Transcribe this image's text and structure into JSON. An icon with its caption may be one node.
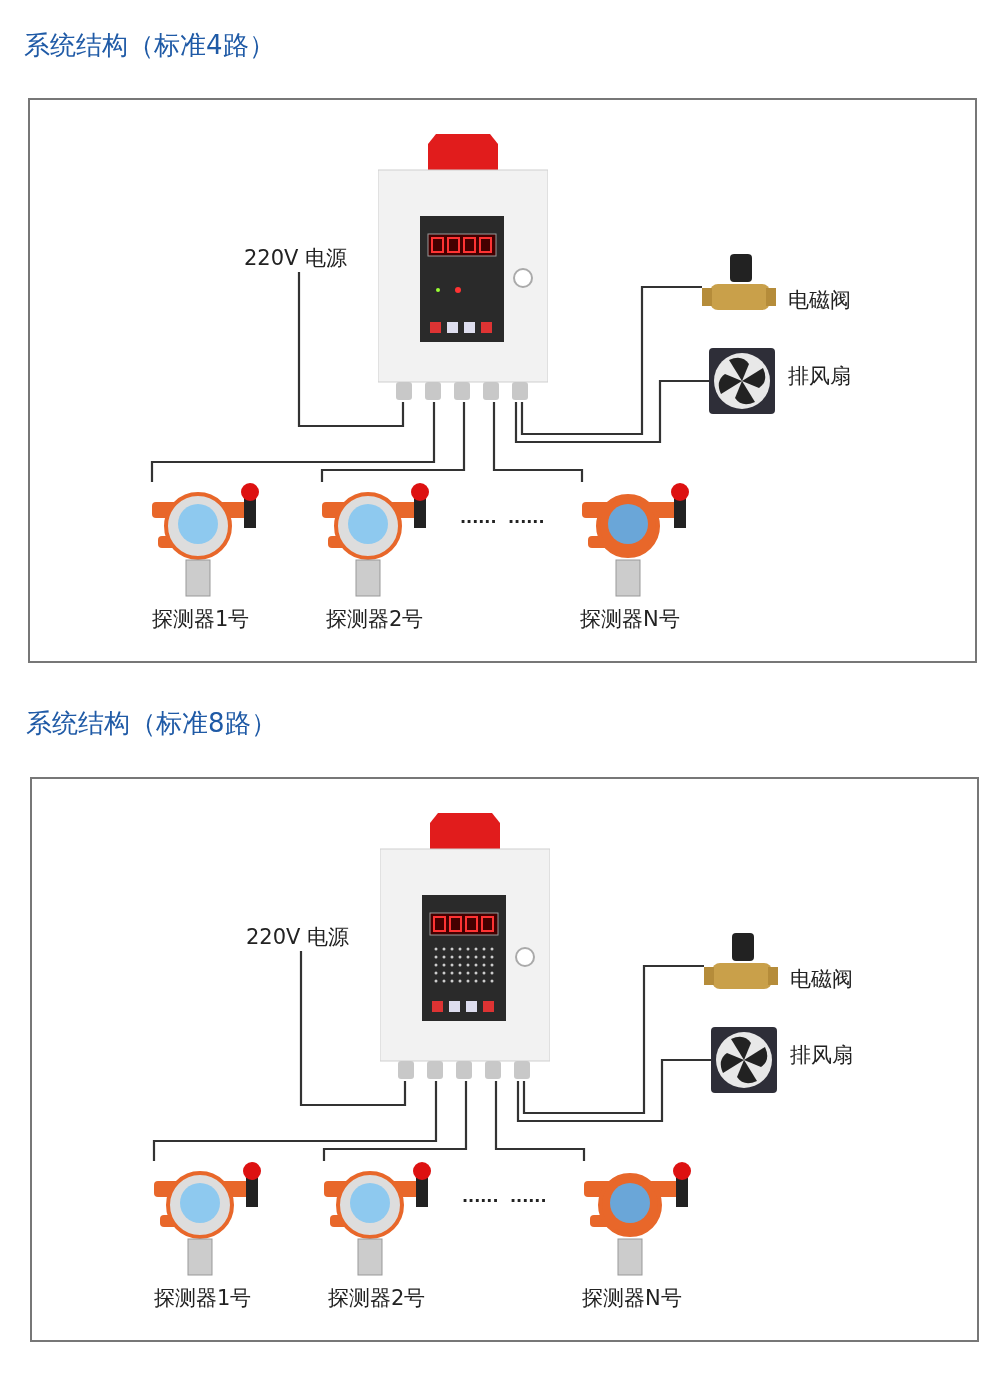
{
  "diagram": {
    "nodes": [
      {
        "text": [
          "系统结构（标准4路）"
        ]
      },
      {
        "text": [],
        "shape": "picture",
        "in": 0
      },
      {
        "text": [
          "220V 电源"
        ],
        "in": 0
      },
      {
        "text": [],
        "shape": "picture",
        "in": 0,
        "beside": [
          "电磁阀"
        ]
      },
      {
        "text": [],
        "shape": "picture",
        "in": 0,
        "beside": [
          "排风扇"
        ]
      },
      {
        "text": [],
        "shape": "picture",
        "in": 0,
        "beside": [
          "探测器1号"
        ]
      },
      {
        "text": [],
        "shape": "picture",
        "in": 0,
        "beside": [
          "探测器2号"
        ]
      },
      {
        "text": [],
        "shape": "picture",
        "in": 0,
        "beside": [
          "探测器N号"
        ]
      },
      {
        "text": [
          "系统结构（标准8路）"
        ]
      },
      {
        "text": [],
        "shape": "picture",
        "in": 8
      },
      {
        "text": [
          "220V 电源"
        ],
        "in": 8
      },
      {
        "text": [],
        "shape": "picture",
        "in": 8,
        "beside": [
          "电磁阀"
        ]
      },
      {
        "text": [],
        "shape": "picture",
        "in": 8,
        "beside": [
          "排风扇"
        ]
      },
      {
        "text": [],
        "shape": "picture",
        "in": 8,
        "beside": [
          "探测器1号"
        ]
      },
      {
        "text": [],
        "shape": "picture",
        "in": 8,
        "beside": [
          "探测器2号"
        ]
      },
      {
        "text": [],
        "shape": "picture",
        "in": 8,
        "beside": [
          "探测器N号"
        ]
      }
    ],
    "edges": [
      {
        "from": 2,
        "to": 1,
        "arrow": "none"
      },
      {
        "from": 1,
        "to": 3,
        "arrow": "none"
      },
      {
        "from": 1,
        "to": 4,
        "arrow": "none"
      },
      {
        "from": 1,
        "to": 5,
        "arrow": "none"
      },
      {
        "from": 1,
        "to": 6,
        "arrow": "none"
      },
      {
        "from": 1,
        "to": 7,
        "arrow": "none"
      },
      {
        "from": 10,
        "to": 9,
        "arrow": "none"
      },
      {
        "from": 9,
        "to": 11,
        "arrow": "none"
      },
      {
        "from": 9,
        "to": 12,
        "arrow": "none"
      },
      {
        "from": 9,
        "to": 13,
        "arrow": "none"
      },
      {
        "from": 9,
        "to": 14,
        "arrow": "none"
      },
      {
        "from": 9,
        "to": 15,
        "arrow": "none"
      }
    ],
    "labels": [
      "......",
      "......",
      "......",
      "......"
    ]
  }
}
